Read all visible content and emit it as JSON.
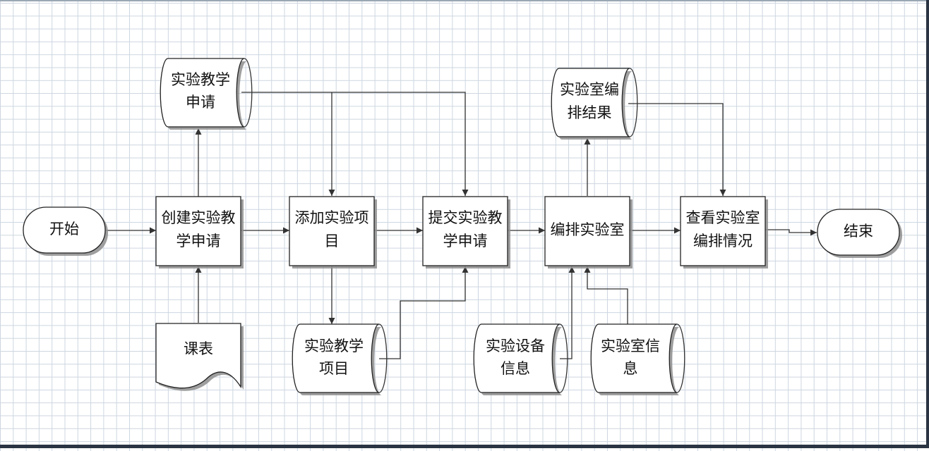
{
  "diagram": {
    "nodes": {
      "start": {
        "lines": [
          "开始"
        ]
      },
      "create_request": {
        "lines": [
          "创建实验教",
          "学申请"
        ]
      },
      "add_project": {
        "lines": [
          "添加实验项",
          "目"
        ]
      },
      "submit_request": {
        "lines": [
          "提交实验教",
          "学申请"
        ]
      },
      "arrange_lab": {
        "lines": [
          "编排实验室"
        ]
      },
      "view_arrangement": {
        "lines": [
          "查看实验室",
          "编排情况"
        ]
      },
      "end": {
        "lines": [
          "结束"
        ]
      },
      "store_request": {
        "lines": [
          "实验教学",
          "申请"
        ]
      },
      "schedule": {
        "lines": [
          "课表"
        ]
      },
      "store_projects": {
        "lines": [
          "实验教学",
          "项目"
        ]
      },
      "store_equipment": {
        "lines": [
          "实验设备",
          "信息"
        ]
      },
      "store_lab_info": {
        "lines": [
          "实验室信",
          "息"
        ]
      },
      "store_arrange_result": {
        "lines": [
          "实验室编",
          "排结果"
        ]
      }
    }
  }
}
